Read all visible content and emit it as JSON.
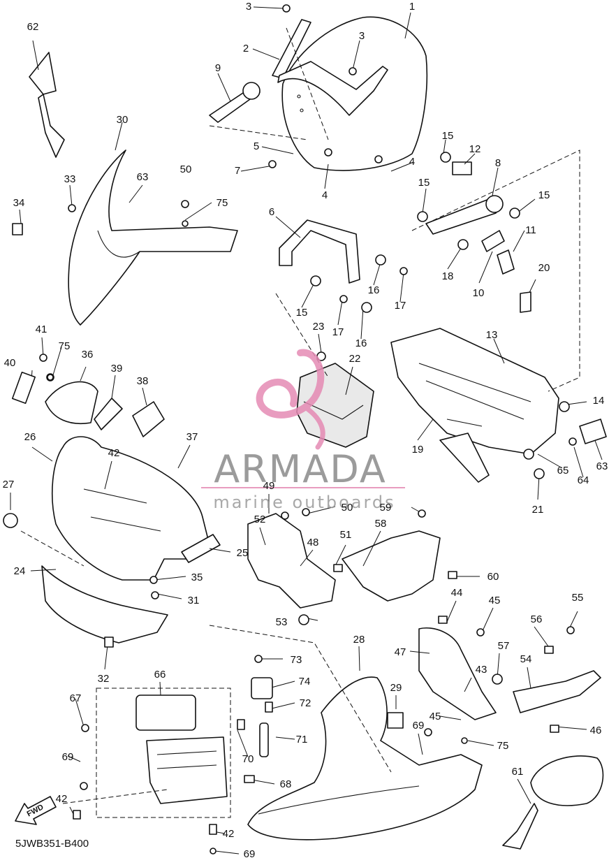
{
  "diagram": {
    "drawing_code": "5JWB351-B400",
    "direction_label": "FWD",
    "watermark": {
      "brand": "ARMADA",
      "tagline": "marine outboards",
      "logo_color": "#e58bb4",
      "text_color": "#8a8a8a"
    },
    "callouts": [
      "1",
      "2",
      "3",
      "3",
      "4",
      "4",
      "5",
      "6",
      "7",
      "8",
      "9",
      "10",
      "11",
      "12",
      "13",
      "14",
      "15",
      "15",
      "15",
      "15",
      "16",
      "16",
      "17",
      "17",
      "18",
      "19",
      "20",
      "21",
      "22",
      "23",
      "24",
      "25",
      "26",
      "27",
      "28",
      "29",
      "30",
      "31",
      "32",
      "33",
      "34",
      "35",
      "36",
      "37",
      "38",
      "39",
      "40",
      "41",
      "42",
      "42",
      "42",
      "43",
      "44",
      "45",
      "45",
      "46",
      "47",
      "48",
      "49",
      "50",
      "50",
      "51",
      "52",
      "53",
      "54",
      "55",
      "56",
      "57",
      "58",
      "59",
      "60",
      "61",
      "62",
      "63",
      "63",
      "64",
      "65",
      "66",
      "67",
      "68",
      "69",
      "69",
      "69",
      "70",
      "71",
      "72",
      "73",
      "74",
      "75",
      "75",
      "75"
    ]
  }
}
